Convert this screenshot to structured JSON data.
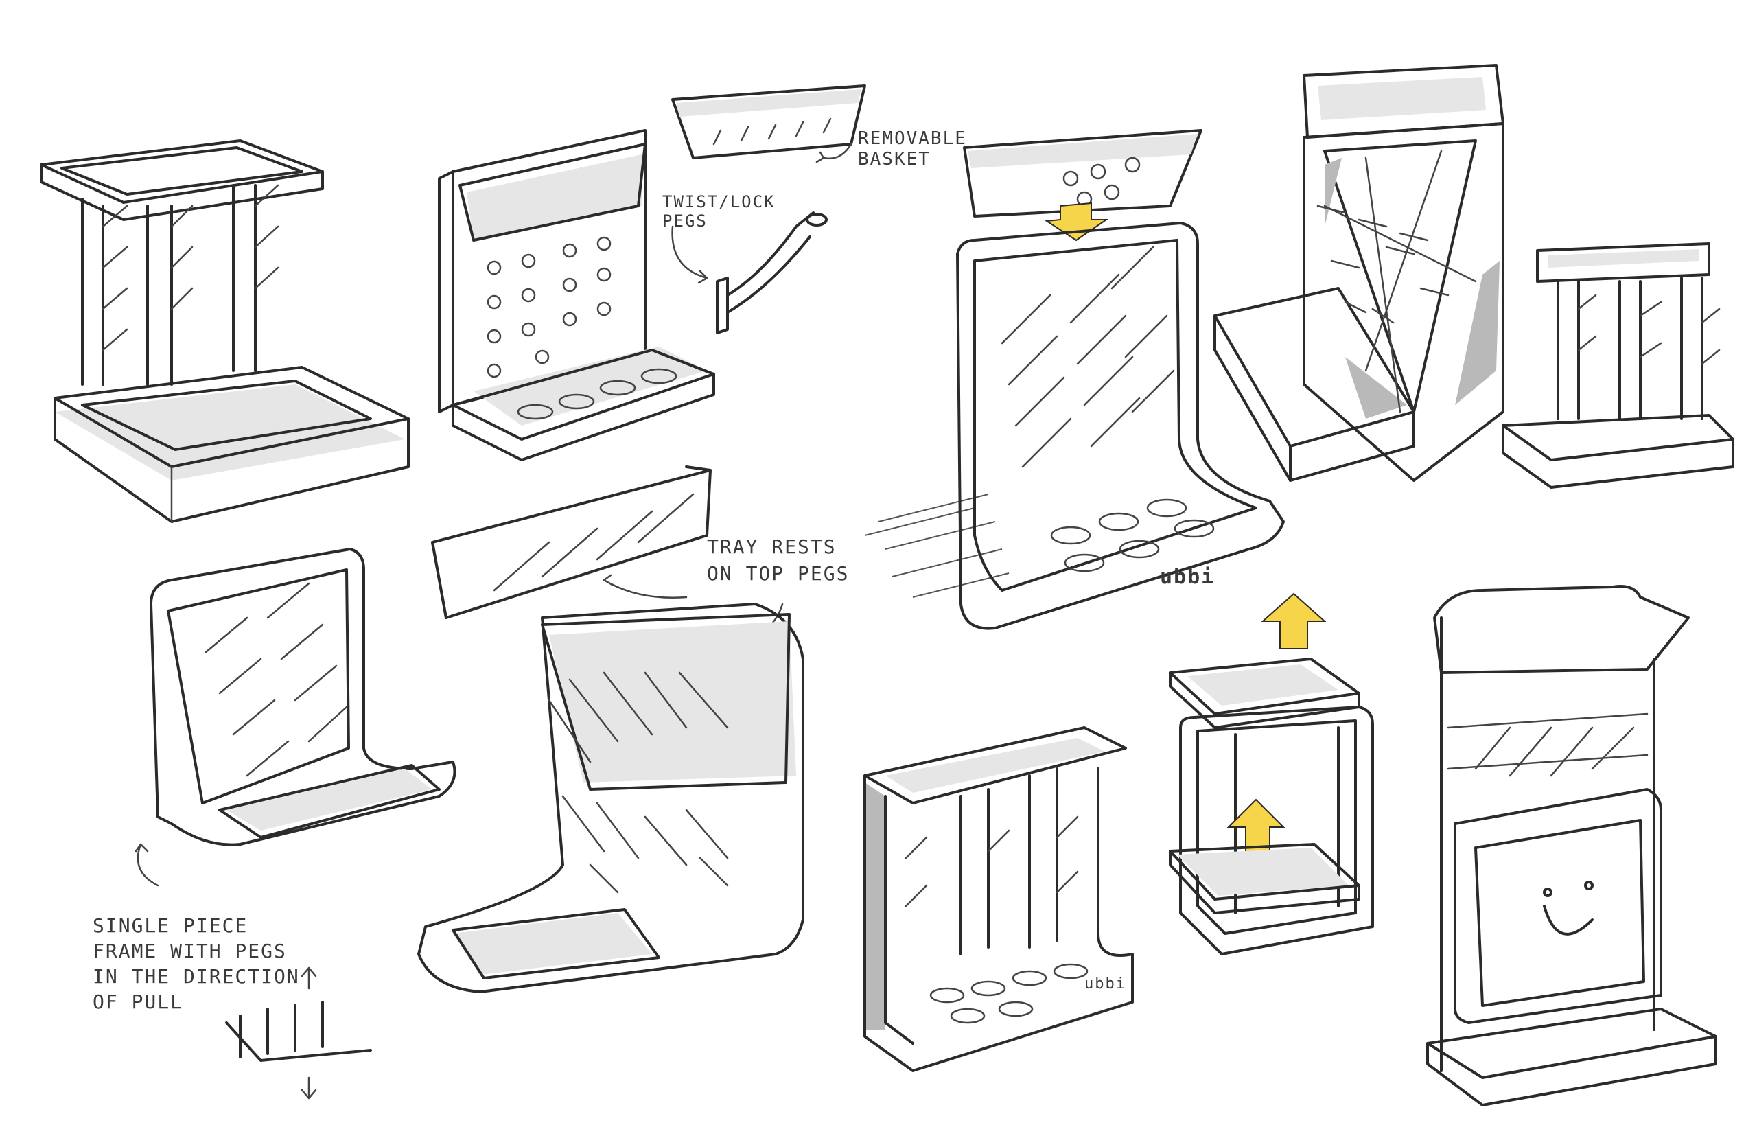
{
  "annotations": {
    "removable_basket": [
      "REMOVABLE",
      "BASKET"
    ],
    "twist_lock_pegs": [
      "TWIST/LOCK",
      "PEGS"
    ],
    "tray_rests": [
      "TRAY RESTS",
      "ON TOP PEGS"
    ],
    "single_piece": [
      "SINGLE PIECE",
      "FRAME WITH PEGS",
      "IN THE DIRECTION",
      "OF PULL"
    ]
  },
  "brand_marks": [
    "ubbi",
    "ubbi"
  ],
  "colors": {
    "ink": "#2b2b2b",
    "marker_grey": "#e6e6e6",
    "accent_yellow": "#f7d54a"
  }
}
